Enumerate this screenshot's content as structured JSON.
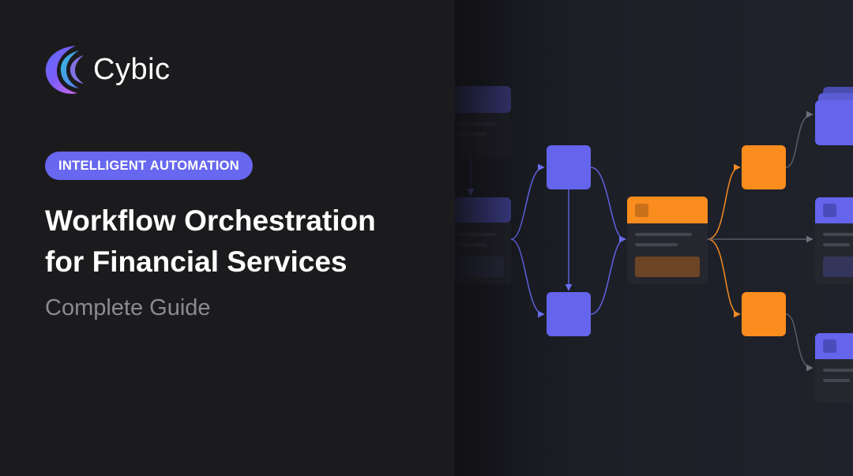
{
  "brand": {
    "name": "Cybic",
    "logo_icon": "crescent-logo-icon"
  },
  "badge": {
    "label": "INTELLIGENT AUTOMATION"
  },
  "hero": {
    "title_line1": "Workflow Orchestration",
    "title_line2": "for Financial Services",
    "subtitle": "Complete Guide"
  },
  "colors": {
    "accent": "#6767F0",
    "node_blue": "#6464EC",
    "node_orange": "#FB8C1E",
    "background": "#1B1B1E"
  }
}
